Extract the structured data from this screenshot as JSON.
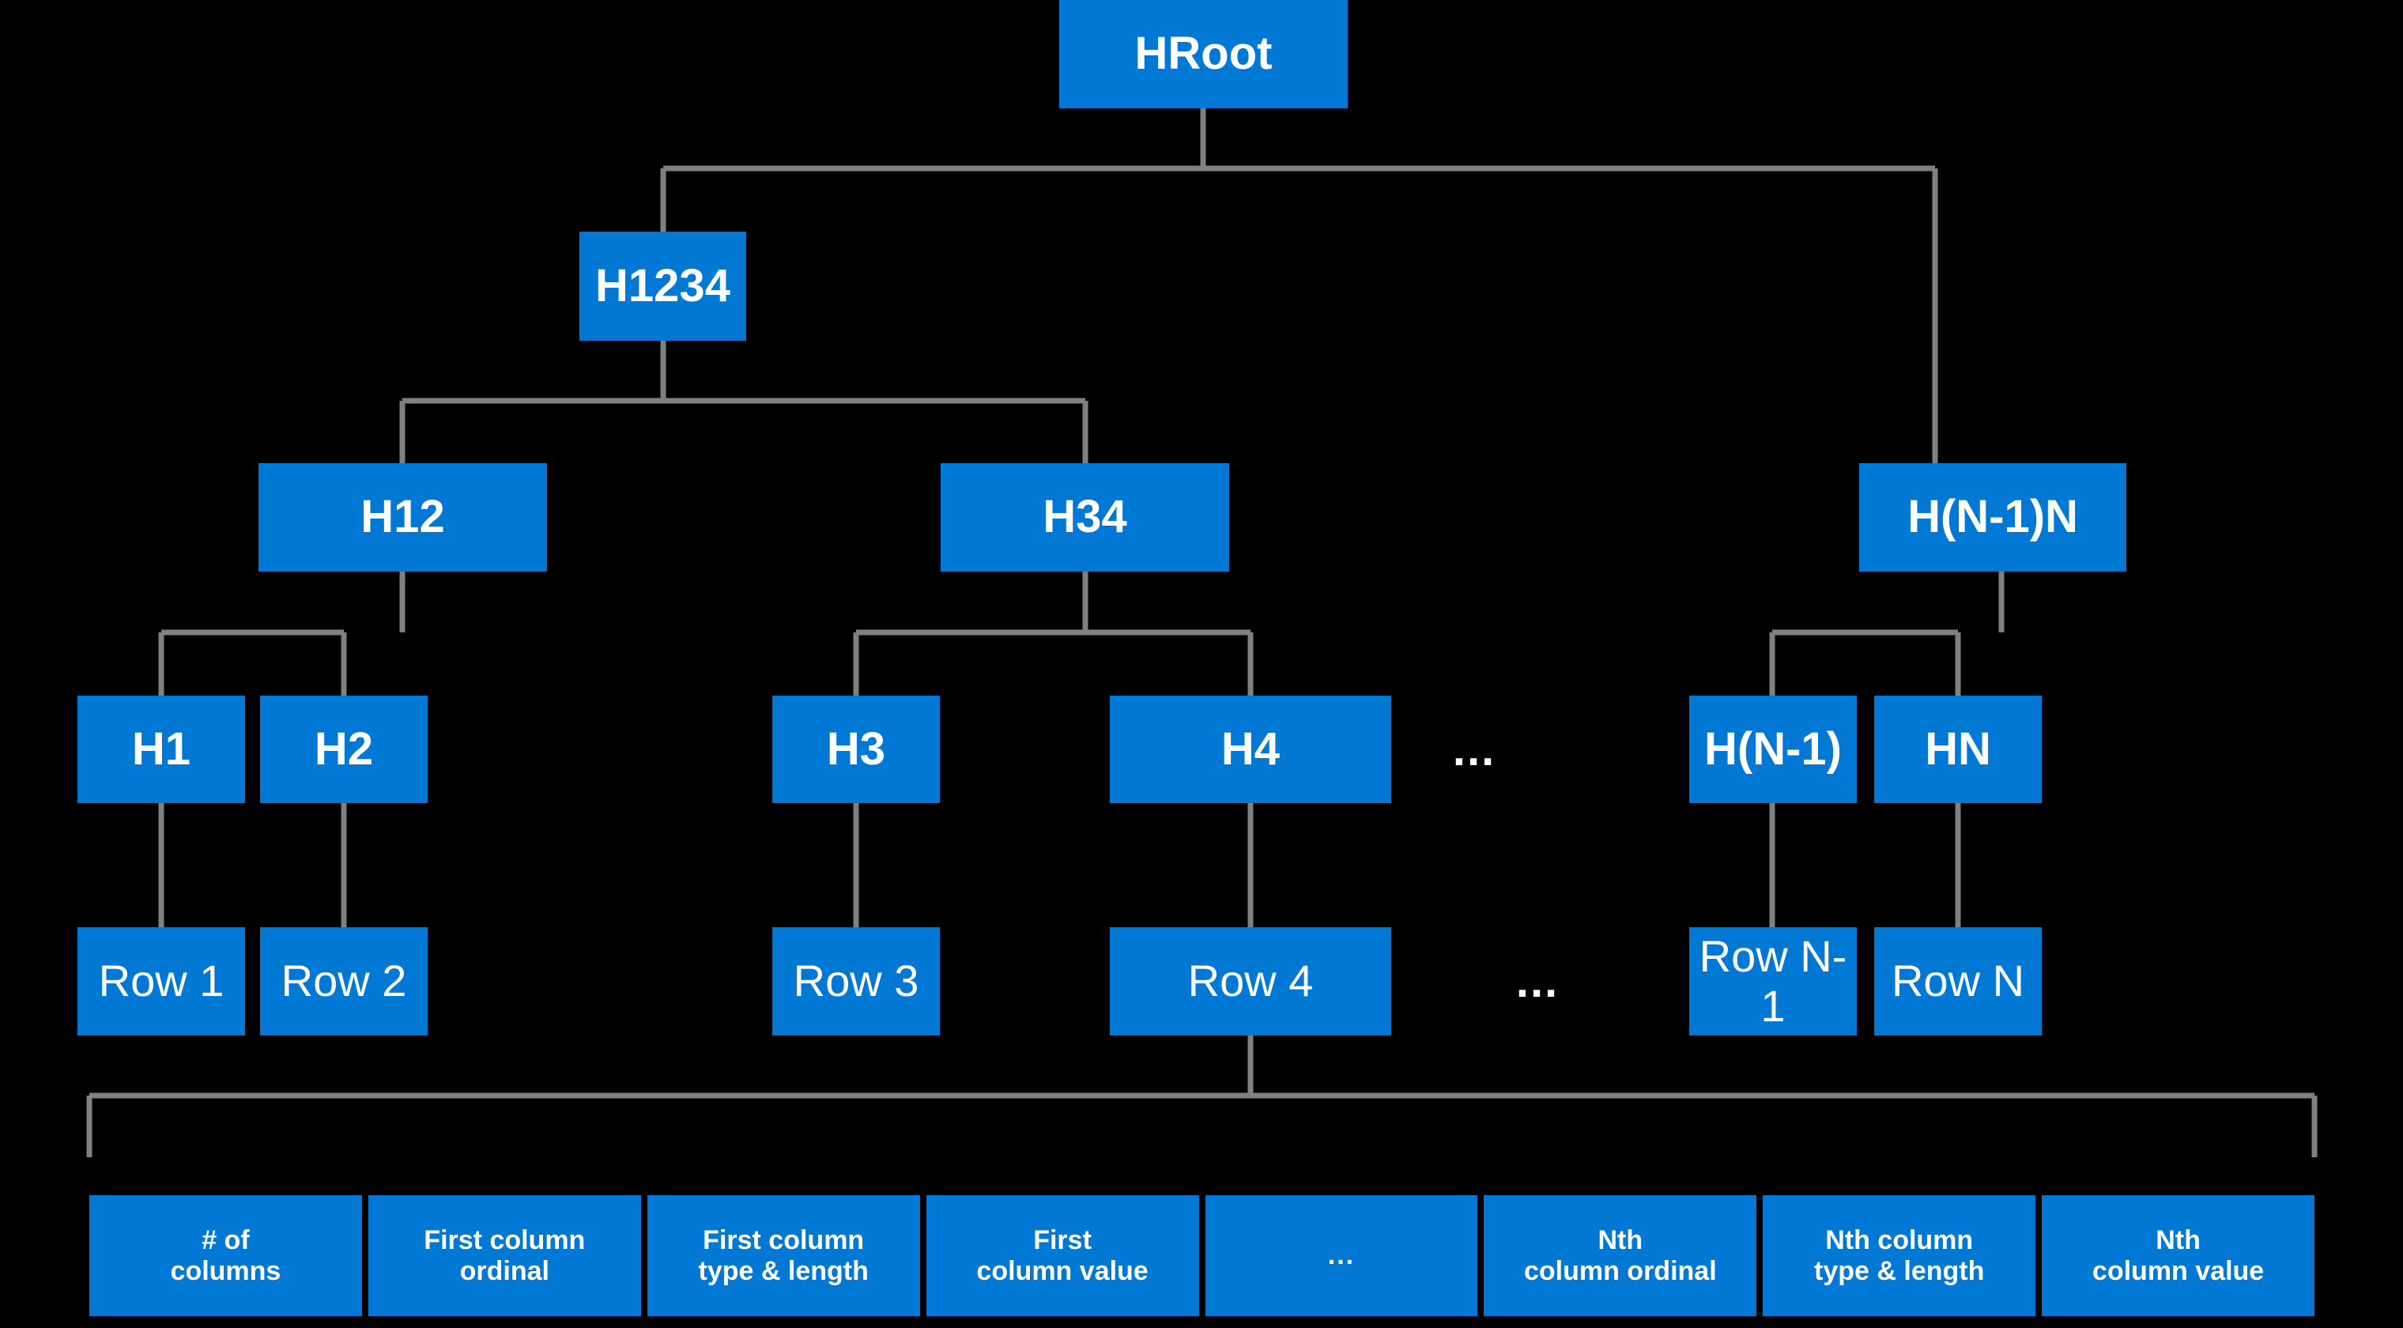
{
  "diagram": {
    "title": "B-tree style row/page hierarchy",
    "colors": {
      "background": "#000000",
      "node_fill": "#0078d4",
      "node_text": "#ffffff",
      "connector": "#808080"
    },
    "levels": {
      "root": {
        "label": "HRoot"
      },
      "level2": [
        {
          "label": "H1234"
        }
      ],
      "level3": [
        {
          "label": "H12"
        },
        {
          "label": "H34"
        },
        {
          "label": "H(N-1)N"
        }
      ],
      "level4": [
        {
          "label": "H1"
        },
        {
          "label": "H2"
        },
        {
          "label": "H3"
        },
        {
          "label": "H4"
        },
        {
          "label": "H(N-1)"
        },
        {
          "label": "HN"
        }
      ],
      "level4_ellipsis": "...",
      "rows": [
        {
          "label": "Row 1"
        },
        {
          "label": "Row 2"
        },
        {
          "label": "Row 3"
        },
        {
          "label": "Row 4"
        },
        {
          "label": "Row N-1"
        },
        {
          "label": "Row N"
        }
      ],
      "rows_ellipsis": "...",
      "record_fields": [
        {
          "line1": "# of",
          "line2": "columns"
        },
        {
          "line1": "First column",
          "line2": "ordinal"
        },
        {
          "line1": "First column",
          "line2": "type & length"
        },
        {
          "line1": "First",
          "line2": "column value"
        },
        {
          "line1": "...",
          "line2": ""
        },
        {
          "line1": "Nth",
          "line2": "column ordinal"
        },
        {
          "line1": "Nth column",
          "line2": "type & length"
        },
        {
          "line1": "Nth",
          "line2": "column value"
        }
      ]
    }
  }
}
